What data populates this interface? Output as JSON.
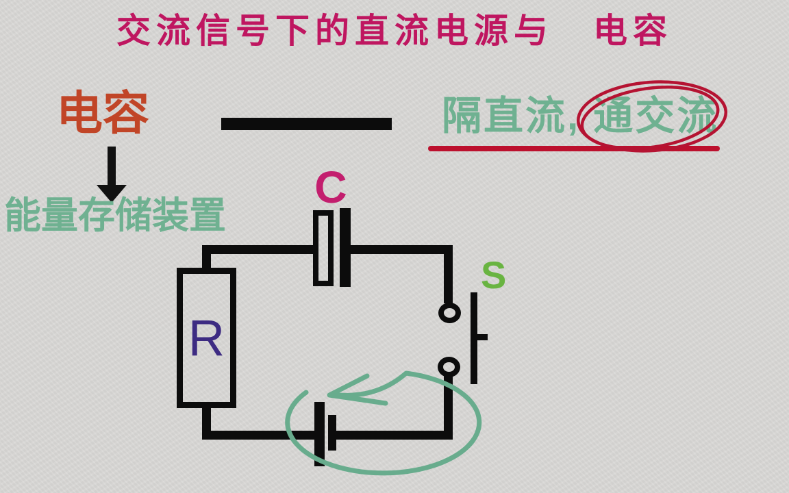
{
  "frame": {
    "background_color": "#d9d8d6",
    "type": "lecture-slide-circuit-diagram"
  },
  "title": {
    "text": "交流信号下的直流电源与　电容",
    "color": "#bf1660"
  },
  "heading": {
    "text": "电容",
    "color": "#c14527"
  },
  "property_phrase": {
    "before": "隔直流, ",
    "circled": "通交流",
    "color": "#6fb191"
  },
  "definition": {
    "text": "能量存储装置",
    "color": "#6fb191"
  },
  "annotations": {
    "emphasis_circle_color": "#b51332",
    "underline_color": "#bc102d",
    "down_arrow_color": "#111111",
    "current_loop_color": "#68ac8d"
  },
  "circuit": {
    "wire_color": "#0c0c0c",
    "capacitor_label": "C",
    "capacitor_label_color": "#c31e6e",
    "resistor_label": "R",
    "resistor_label_color": "#3d2b82",
    "switch_label": "S",
    "switch_label_color": "#69b441",
    "components": [
      "capacitor",
      "resistor",
      "push-button-switch",
      "dc-battery"
    ]
  }
}
